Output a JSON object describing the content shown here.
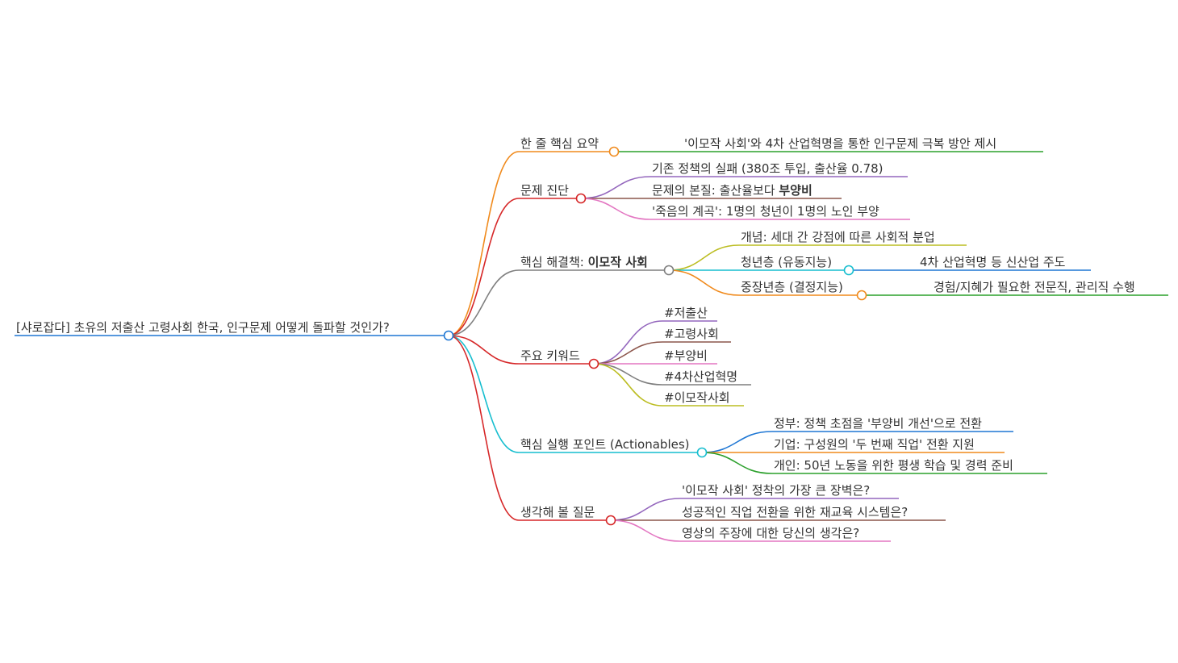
{
  "root": {
    "id": "root",
    "text": "[샤로잡다] 초유의 저출산 고령사회 한국, 인구문제 어떻게 돌파할 것인가?",
    "color": "#1f77d4"
  },
  "branches": [
    {
      "id": "b0",
      "text": "한 줄 핵심 요약",
      "color": "#f08a1c",
      "children": [
        {
          "id": "b0c0",
          "text": "'이모작 사회'와 4차 산업혁명을 통한 인구문제 극복 방안 제시",
          "color": "#2ca02c"
        }
      ]
    },
    {
      "id": "b1",
      "text": "문제 진단",
      "color": "#d62728",
      "children": [
        {
          "id": "b1c0",
          "text": "기존 정책의 실패 (380조 투입, 출산율 0.78)",
          "color": "#9467bd"
        },
        {
          "id": "b1c1",
          "text": "문제의 본질: 출산율보다 ",
          "bold": "부양비",
          "color": "#8c564b"
        },
        {
          "id": "b1c2",
          "text": "'죽음의 계곡': 1명의 청년이 1명의 노인 부양",
          "color": "#e377c2"
        }
      ]
    },
    {
      "id": "b2",
      "text": "핵심 해결책: ",
      "bold": "이모작 사회",
      "color": "#7f7f7f",
      "children": [
        {
          "id": "b2c0",
          "text": "개념: 세대 간 강점에 따른 사회적 분업",
          "color": "#bcbd22"
        },
        {
          "id": "b2c1",
          "text": "청년층 (유동지능)",
          "color": "#17becf",
          "children": [
            {
              "id": "b2c1g0",
              "text": "4차 산업혁명 등 신산업 주도",
              "color": "#1f77d4"
            }
          ]
        },
        {
          "id": "b2c2",
          "text": "중장년층 (결정지능)",
          "color": "#f08a1c",
          "children": [
            {
              "id": "b2c2g0",
              "text": "경험/지혜가 필요한 전문직, 관리직 수행",
              "color": "#2ca02c"
            }
          ]
        }
      ]
    },
    {
      "id": "b3",
      "text": "주요 키워드",
      "color": "#d62728",
      "children": [
        {
          "id": "b3c0",
          "text": "#저출산",
          "color": "#9467bd"
        },
        {
          "id": "b3c1",
          "text": "#고령사회",
          "color": "#8c564b"
        },
        {
          "id": "b3c2",
          "text": "#부양비",
          "color": "#e377c2"
        },
        {
          "id": "b3c3",
          "text": "#4차산업혁명",
          "color": "#7f7f7f"
        },
        {
          "id": "b3c4",
          "text": "#이모작사회",
          "color": "#bcbd22"
        }
      ]
    },
    {
      "id": "b4",
      "text": "핵심 실행 포인트 (Actionables)",
      "color": "#17becf",
      "children": [
        {
          "id": "b4c0",
          "text": "정부: 정책 초점을 '부양비 개선'으로 전환",
          "color": "#1f77d4"
        },
        {
          "id": "b4c1",
          "text": "기업: 구성원의 '두 번째 직업' 전환 지원",
          "color": "#f08a1c"
        },
        {
          "id": "b4c2",
          "text": "개인: 50년 노동을 위한 평생 학습 및 경력 준비",
          "color": "#2ca02c"
        }
      ]
    },
    {
      "id": "b5",
      "text": "생각해 볼 질문",
      "color": "#d62728",
      "children": [
        {
          "id": "b5c0",
          "text": "'이모작 사회' 정착의 가장 큰 장벽은?",
          "color": "#9467bd"
        },
        {
          "id": "b5c1",
          "text": "성공적인 직업 전환을 위한 재교육 시스템은?",
          "color": "#8c564b"
        },
        {
          "id": "b5c2",
          "text": "영상의 주장에 대한 당신의 생각은?",
          "color": "#e377c2"
        }
      ]
    }
  ]
}
